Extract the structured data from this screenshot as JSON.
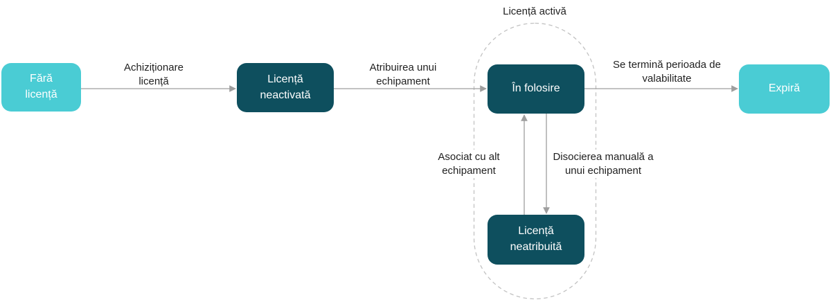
{
  "diagram": {
    "group_label": "Licență activă",
    "nodes": {
      "fara_licenta": {
        "label": "Fără licență",
        "style": "light"
      },
      "licenta_neactivata": {
        "label": "Licență neactivată",
        "style": "dark"
      },
      "in_folosire": {
        "label": "În folosire",
        "style": "dark"
      },
      "licenta_neatribuita": {
        "label": "Licență neatribuită",
        "style": "dark"
      },
      "expira": {
        "label": "Expiră",
        "style": "light"
      }
    },
    "edges": {
      "achizitionare": {
        "label": "Achiziționare licență",
        "from": "fara_licenta",
        "to": "licenta_neactivata"
      },
      "atribuire": {
        "label": "Atribuirea unui echipament",
        "from": "licenta_neactivata",
        "to": "in_folosire"
      },
      "expirare": {
        "label": "Se termină perioada de valabilitate",
        "from": "in_folosire",
        "to": "expira"
      },
      "asociere": {
        "label": "Asociat cu alt echipament",
        "from": "licenta_neatribuita",
        "to": "in_folosire"
      },
      "disociere": {
        "label": "Disocierea manuală a unui echipament",
        "from": "in_folosire",
        "to": "licenta_neatribuita"
      }
    },
    "colors": {
      "node_light_teal": "#4accd4",
      "node_dark_teal": "#0e4f5e",
      "arrow_gray": "#9e9e9e",
      "dashed_border_gray": "#c2c2c2",
      "label_text": "#1f1f1f",
      "node_text": "#ffffff",
      "background": "#ffffff"
    }
  }
}
